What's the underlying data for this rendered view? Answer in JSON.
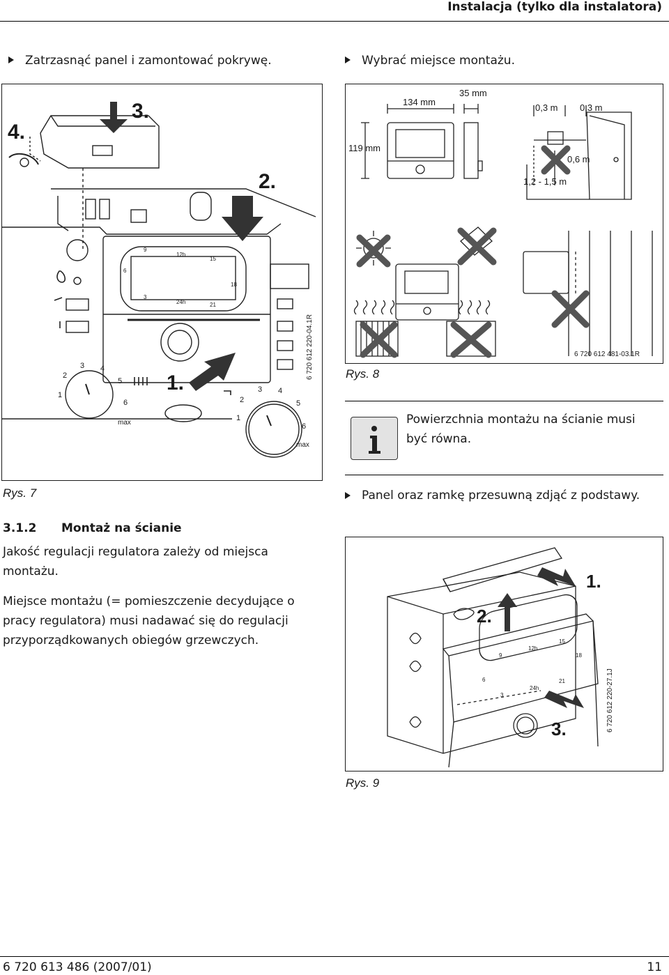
{
  "header": {
    "title": "Instalacja (tylko dla instalatora)"
  },
  "left": {
    "instruction": "Zatrzasnąć panel i zamontować pokrywę.",
    "figure": {
      "caption": "Rys. 7",
      "code": "6 720 612 220-04.1R",
      "step_labels": [
        "1.",
        "2.",
        "3.",
        "4."
      ],
      "dial_left": [
        "1",
        "2",
        "3",
        "4",
        "5",
        "6",
        "max"
      ],
      "dial_right": [
        "1",
        "2",
        "3",
        "4",
        "5",
        "6",
        "max"
      ],
      "clock_top": [
        "9",
        "12h",
        "15"
      ],
      "clock_side": [
        "6",
        "18"
      ],
      "clock_bottom": [
        "3",
        "24h",
        "21"
      ]
    },
    "section": {
      "number": "3.1.2",
      "title": "Montaż na ścianie"
    },
    "paragraphs": [
      "Jakość regulacji regulatora zależy od miejsca montażu.",
      "Miejsce montażu (= pomieszczenie decydujące o pracy regulatora) musi nadawać się do regulacji przyporządkowanych obiegów grzewczych."
    ]
  },
  "right": {
    "instruction_top": "Wybrać miejsce montażu.",
    "figure8": {
      "caption": "Rys. 8",
      "code": "6 720 612 481-03.1R",
      "dims": {
        "width": "134 mm",
        "depth": "35 mm",
        "height": "119 mm",
        "gap_left": "0,3 m",
        "gap_right": "0,3 m",
        "gap_door": "0,6 m",
        "mount_height": "1,2 - 1,5 m"
      }
    },
    "note": "Powierzchnia montażu na ścianie musi być równa.",
    "instruction_mid": "Panel oraz ramkę przesuwną zdjąć z podstawy.",
    "figure9": {
      "caption": "Rys. 9",
      "code": "6 720 612 220-27.1J",
      "step_labels": [
        "1.",
        "2.",
        "3."
      ],
      "clock_top": [
        "9",
        "12h",
        "15"
      ],
      "clock_side": [
        "6",
        "18"
      ],
      "clock_bottom": [
        "3",
        "24h",
        "21"
      ]
    }
  },
  "footer": {
    "doc_number": "6 720 613 486 (2007/01)",
    "page": "11"
  }
}
